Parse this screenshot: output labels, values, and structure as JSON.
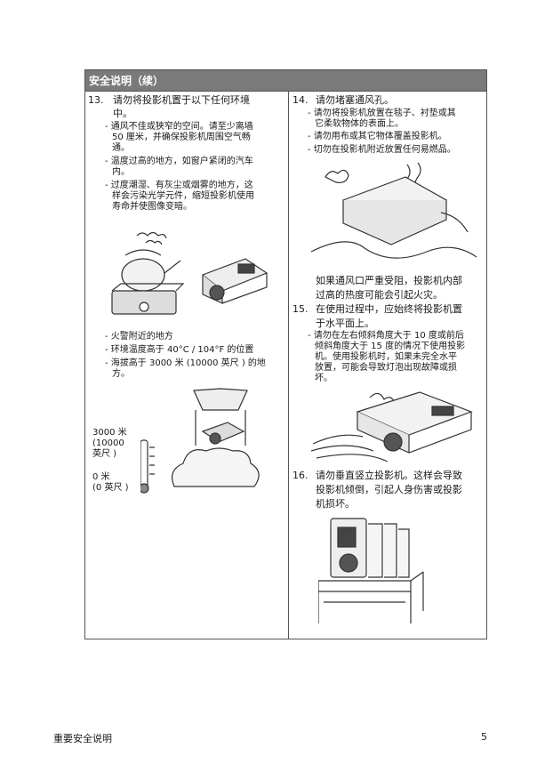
{
  "section_title": "安全说明（续）",
  "left": {
    "item13": {
      "num": "13.",
      "title_lines": [
        "请勿将投影机置于以下任何环境",
        "中。"
      ],
      "bullets": [
        [
          "- 通风不佳或狭窄的空间。请至少离墙",
          "50 厘米，并确保投影机周围空气畅",
          "通。"
        ],
        [
          "- 温度过高的地方，如窗户紧闭的汽车",
          "内。"
        ],
        [
          "- 过度潮湿、有灰尘或烟雾的地方，这",
          "样会污染光学元件，缩短投影机使用",
          "寿命并使图像变暗。"
        ]
      ],
      "bullets2": [
        [
          "- 火警附近的地方"
        ],
        [
          "- 环境温度高于 40°C / 104°F 的位置"
        ],
        [
          "- 海拔高于 3000 米 (10000 英尺 ) 的地",
          "方。"
        ]
      ],
      "alt_high": [
        "3000 米",
        "(10000",
        "英尺 )"
      ],
      "alt_low": [
        "0 米",
        "(0 英尺 )"
      ]
    }
  },
  "right": {
    "item14": {
      "num": "14.",
      "title": "请勿堵塞通风孔。",
      "bullets": [
        [
          "- 请勿将投影机放置在毯子、衬垫或其",
          "它柔软物体的表面上。"
        ],
        [
          "- 请勿用布或其它物体覆盖投影机。"
        ],
        [
          "- 切勿在投影机附近放置任何易燃品。"
        ]
      ],
      "note_lines": [
        "如果通风口严重受阻，投影机内部",
        "过高的热度可能会引起火灾。"
      ]
    },
    "item15": {
      "num": "15.",
      "title_lines": [
        "在使用过程中，应始终将投影机置",
        "于水平面上。"
      ],
      "bullets": [
        [
          "- 请勿在左右倾斜角度大于 10 度或前后",
          "倾斜角度大于 15 度的情况下使用投影",
          "机。使用投影机时，如果未完全水平",
          "放置，可能会导致灯泡出现故障或损",
          "坏。"
        ]
      ]
    },
    "item16": {
      "num": "16.",
      "title_lines": [
        "请勿垂直竖立投影机。这样会导致",
        "投影机倾倒，引起人身伤害或投影",
        "机损坏。"
      ]
    }
  },
  "footer": {
    "left": "重要安全说明",
    "page": "5"
  }
}
